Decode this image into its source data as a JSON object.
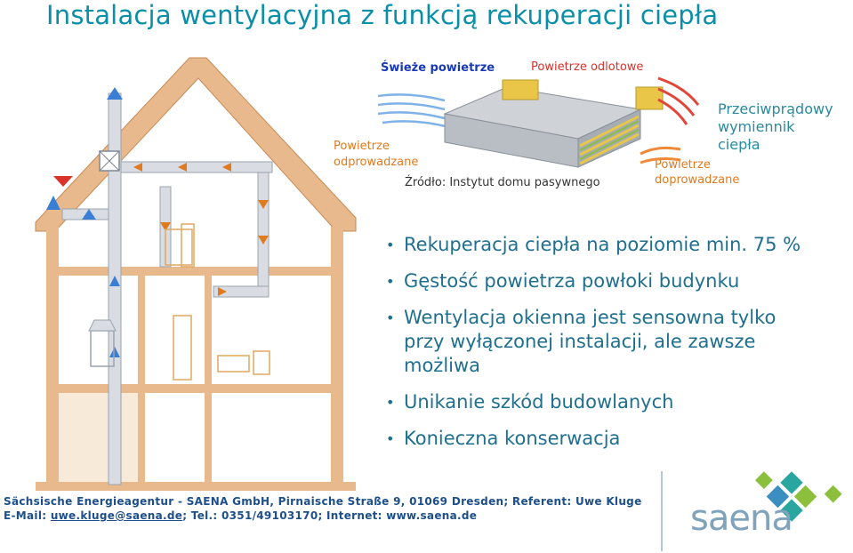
{
  "title": "Instalacja wentylacyjna z funkcją rekuperacji ciepła",
  "diagram": {
    "fresh_air": "Świeże powietrze",
    "exhaust_air": "Powietrze odlotowe",
    "extracted_air": [
      "Powietrze",
      "odprowadzane"
    ],
    "exchanger": [
      "Przeciwprądowy",
      "wymiennik",
      "ciepła"
    ],
    "supplied_air": [
      "Powietrze",
      "doprowadzane"
    ],
    "source": "Źródło: Instytut domu pasywnego"
  },
  "bullets": [
    "Rekuperacja ciepła na poziomie min. 75 %",
    "Gęstość powietrza powłoki budynku",
    "Wentylacja okienna jest sensowna tylko przy wyłączonej instalacji, ale zawsze możliwa",
    "Unikanie szkód budowlanych",
    "Konieczna konserwacja"
  ],
  "footer": {
    "line1": "Sächsische Energieagentur - SAENA GmbH, Pirnaische Straße 9, 01069 Dresden; Referent: Uwe Kluge",
    "email_label": "E-Mail: ",
    "email": "uwe.kluge@saena.de",
    "rest": "; Tel.: 0351/49103170; Internet: www.saena.de"
  },
  "logo_text": "saena",
  "colors": {
    "title": "#0a8fa8",
    "bullet": "#1f6f8f",
    "orange": "#e07a1f",
    "red": "#d9332b",
    "blue": "#1a3ab8",
    "green": "#8bbf3c",
    "teal": "#2aa6a0"
  }
}
